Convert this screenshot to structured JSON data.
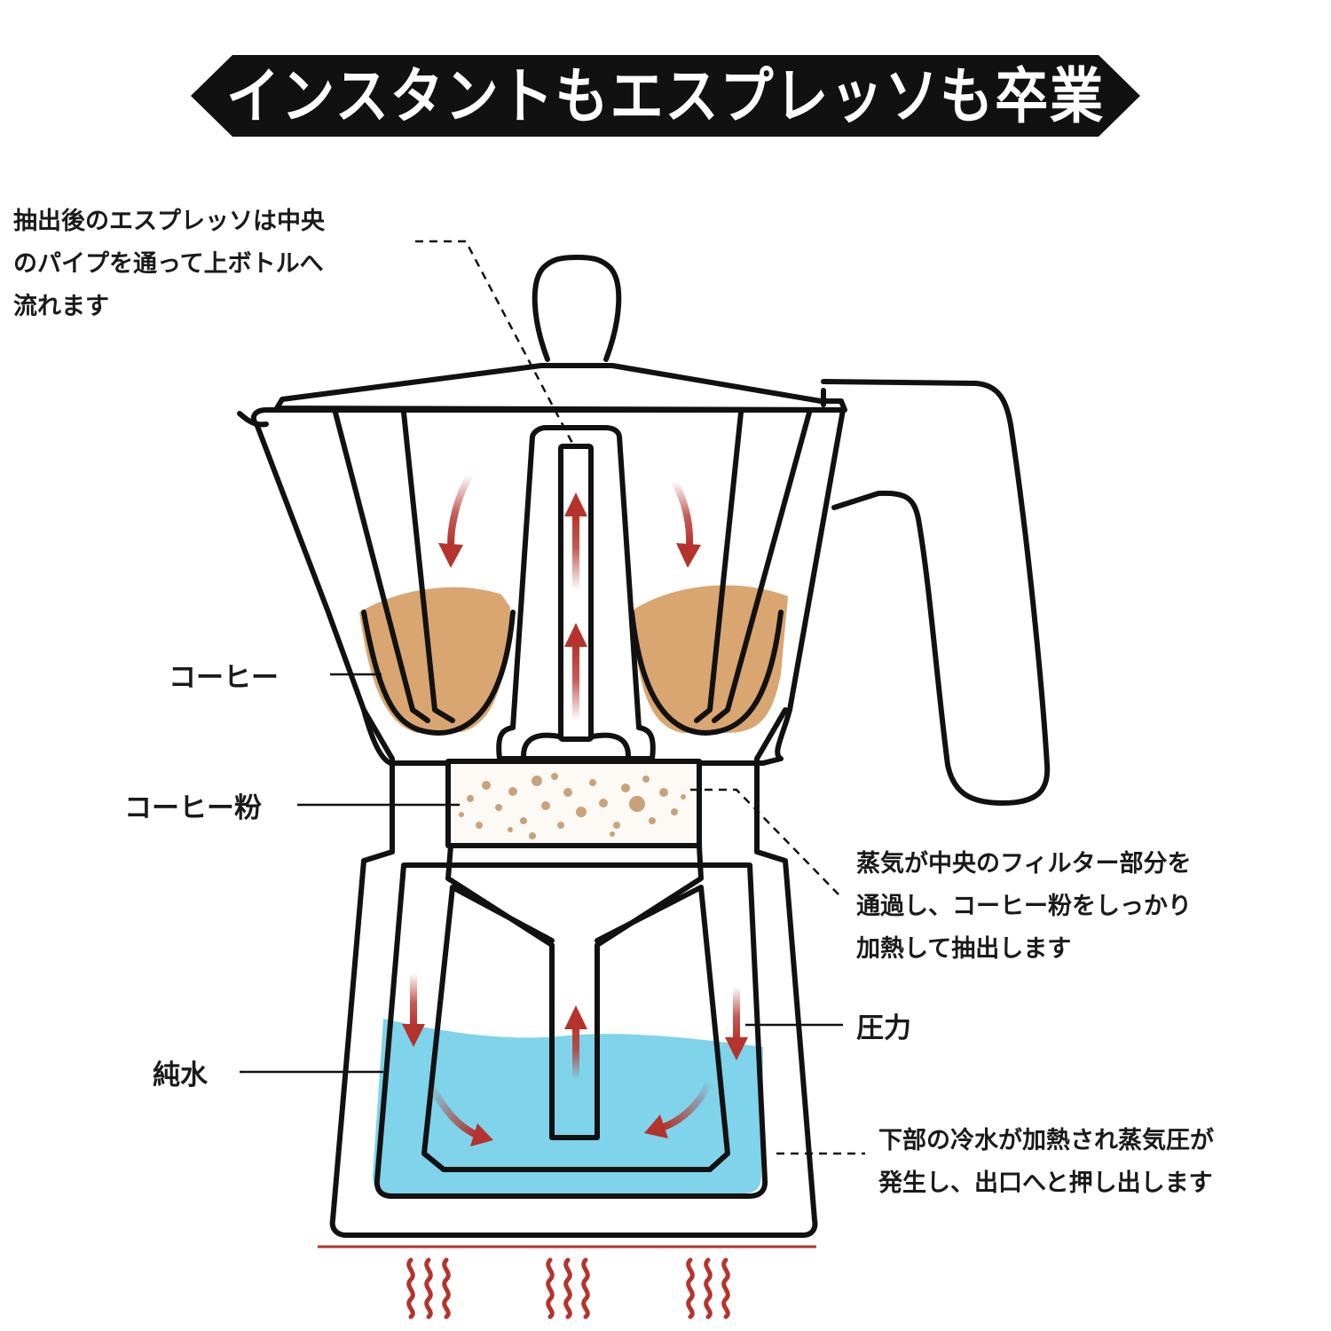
{
  "title": "インスタントもエスプレッソも卒業",
  "annotations": {
    "top_left": [
      "抽出後のエスプレッソは中央",
      "のパイプを通って上ボトルへ",
      "流れます"
    ],
    "right_middle": [
      "蒸気が中央のフィルター部分を",
      "通過し、コーヒー粉をしっかり",
      "加熱して抽出します"
    ],
    "bottom_right": [
      "下部の冷水が加熱され蒸気圧が",
      "発生し、出口へと押し出します"
    ]
  },
  "labels": {
    "coffee": "コーヒー",
    "coffee_powder": "コーヒー粉",
    "water": "純水",
    "pressure": "圧力"
  },
  "colors": {
    "coffee": "#d9a571",
    "water": "#7fd3ea",
    "arrow": "#b5332c",
    "grounds": "#c9a27a",
    "heat": "#b5332c"
  }
}
